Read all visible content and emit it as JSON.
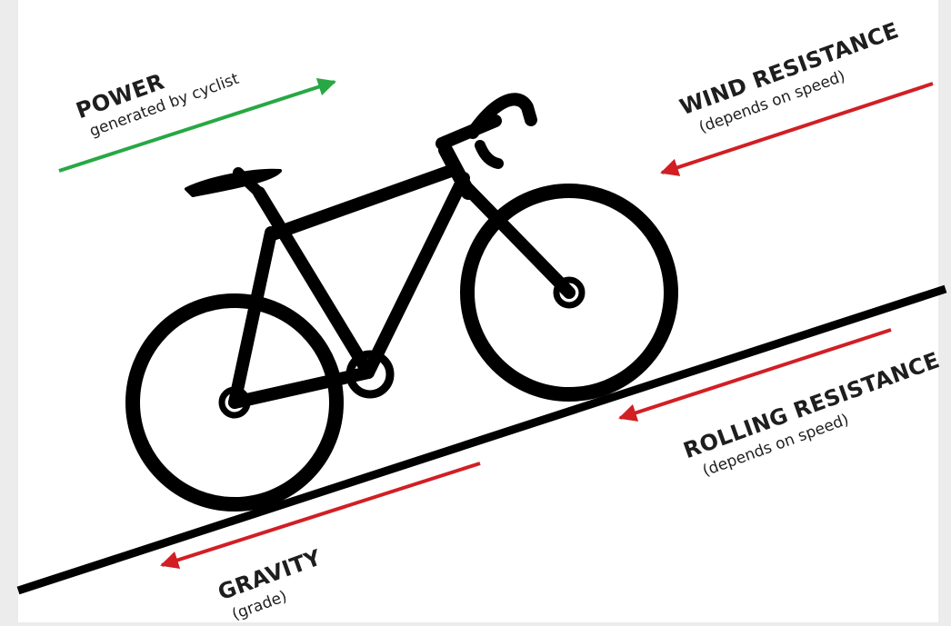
{
  "forces": {
    "power": {
      "title": "POWER",
      "subtitle": "generated by cyclist",
      "color": "#27a844"
    },
    "wind": {
      "title": "WIND RESISTANCE",
      "subtitle": "(depends on speed)",
      "color": "#d11f24"
    },
    "rolling": {
      "title": "ROLLING RESISTANCE",
      "subtitle": "(depends on speed)",
      "color": "#d11f24"
    },
    "gravity": {
      "title": "GRAVITY",
      "subtitle": "(grade)",
      "color": "#d11f24"
    }
  },
  "bike_color": "#000000"
}
